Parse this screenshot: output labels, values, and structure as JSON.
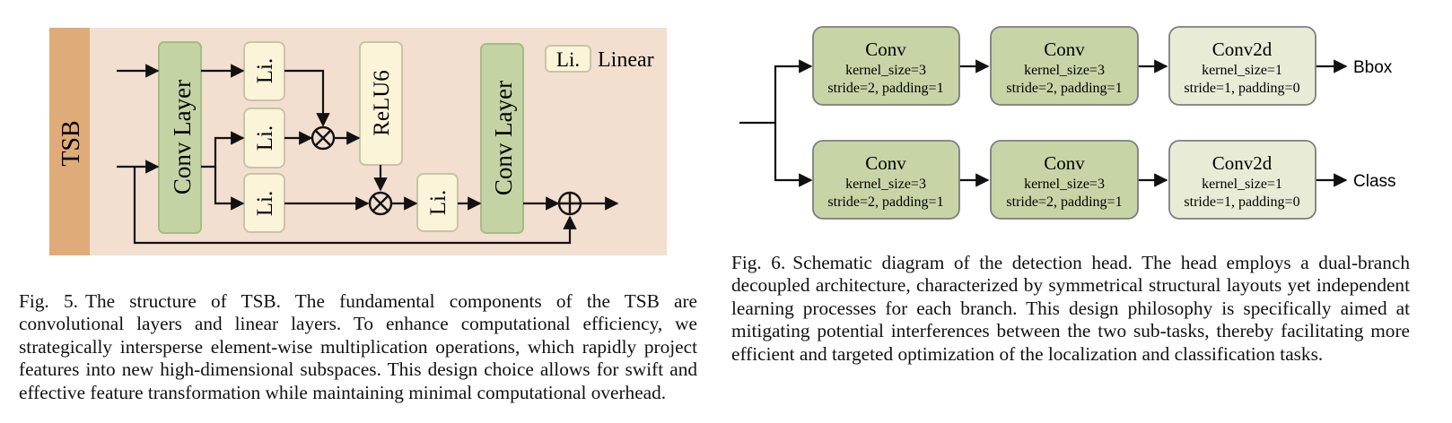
{
  "fig5": {
    "side_label": "TSB",
    "conv_layer_label": "Conv Layer",
    "linear_short": "Li.",
    "relu_label": "ReLU6",
    "legend_key": "Li.",
    "legend_text": "Linear",
    "colors": {
      "panel_bg": "#f2dfcf",
      "side_bar": "#dfab78",
      "conv_fill": "#c4d3a4",
      "conv_stroke": "#a8ba86",
      "linear_fill": "#fcf4d9",
      "linear_stroke": "#c9c4a8"
    }
  },
  "fig6": {
    "branches": [
      {
        "output_label": "Bbox",
        "blocks": [
          {
            "title": "Conv",
            "line1": "kernel_size=3",
            "line2": "stride=2, padding=1"
          },
          {
            "title": "Conv",
            "line1": "kernel_size=3",
            "line2": "stride=2, padding=1"
          },
          {
            "title": "Conv2d",
            "line1": "kernel_size=1",
            "line2": "stride=1, padding=0"
          }
        ]
      },
      {
        "output_label": "Class",
        "blocks": [
          {
            "title": "Conv",
            "line1": "kernel_size=3",
            "line2": "stride=2, padding=1"
          },
          {
            "title": "Conv",
            "line1": "kernel_size=3",
            "line2": "stride=2, padding=1"
          },
          {
            "title": "Conv2d",
            "line1": "kernel_size=1",
            "line2": "stride=1, padding=0"
          }
        ]
      }
    ],
    "colors": {
      "conv_fill": "#c7d4a6",
      "conv2d_fill": "#e8ecd6",
      "block_stroke": "#7d7d7d"
    }
  },
  "captions": {
    "fig5_num": "Fig. 5.",
    "fig5_text": "The structure of TSB. The fundamental components of the TSB are convolutional layers and linear layers. To enhance computational efficiency, we strategically intersperse element-wise multiplication operations, which rapidly project features into new high-dimensional subspaces. This design choice allows for swift and effective feature transformation while maintaining minimal computational overhead.",
    "fig6_num": "Fig. 6.",
    "fig6_text": "Schematic diagram of the detection head. The head employs a dual-branch decoupled architecture, characterized by symmetrical structural layouts yet independent learning processes for each branch. This design philosophy is specifically aimed at mitigating potential interferences between the two sub-tasks, thereby facilitating more efficient and targeted optimization of the localization and classification tasks."
  }
}
